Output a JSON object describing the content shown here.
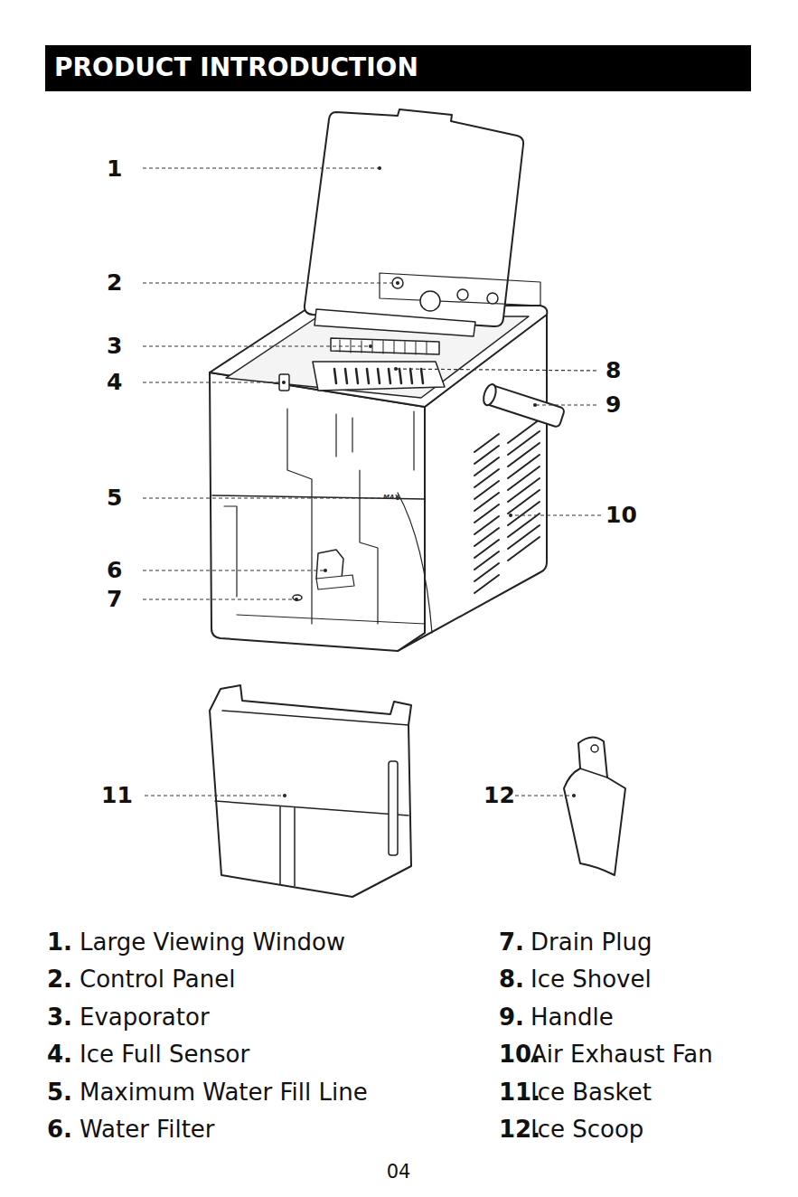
{
  "diagram": {
    "title": "PRODUCT INTRODUCTION",
    "labels": [
      "1",
      "2",
      "3",
      "4",
      "8",
      "9",
      "5",
      "10",
      "6",
      "7",
      "11",
      "12",
      "1.",
      "Large Viewing Window",
      "7.",
      "Drain Plug",
      "2.",
      "Control Panel",
      "8.",
      "Ice Shovel",
      "3.",
      "Evaporator",
      "9.",
      "Handle",
      "4.",
      "Ice Full Sensor",
      "10.",
      "Air Exhaust Fan",
      "5.",
      "Maximum Water Fill Line",
      "11.",
      "Ice Basket",
      "6.",
      "Water Filter",
      "12.",
      "Ice Scoop",
      "04",
      "MAX"
    ]
  }
}
